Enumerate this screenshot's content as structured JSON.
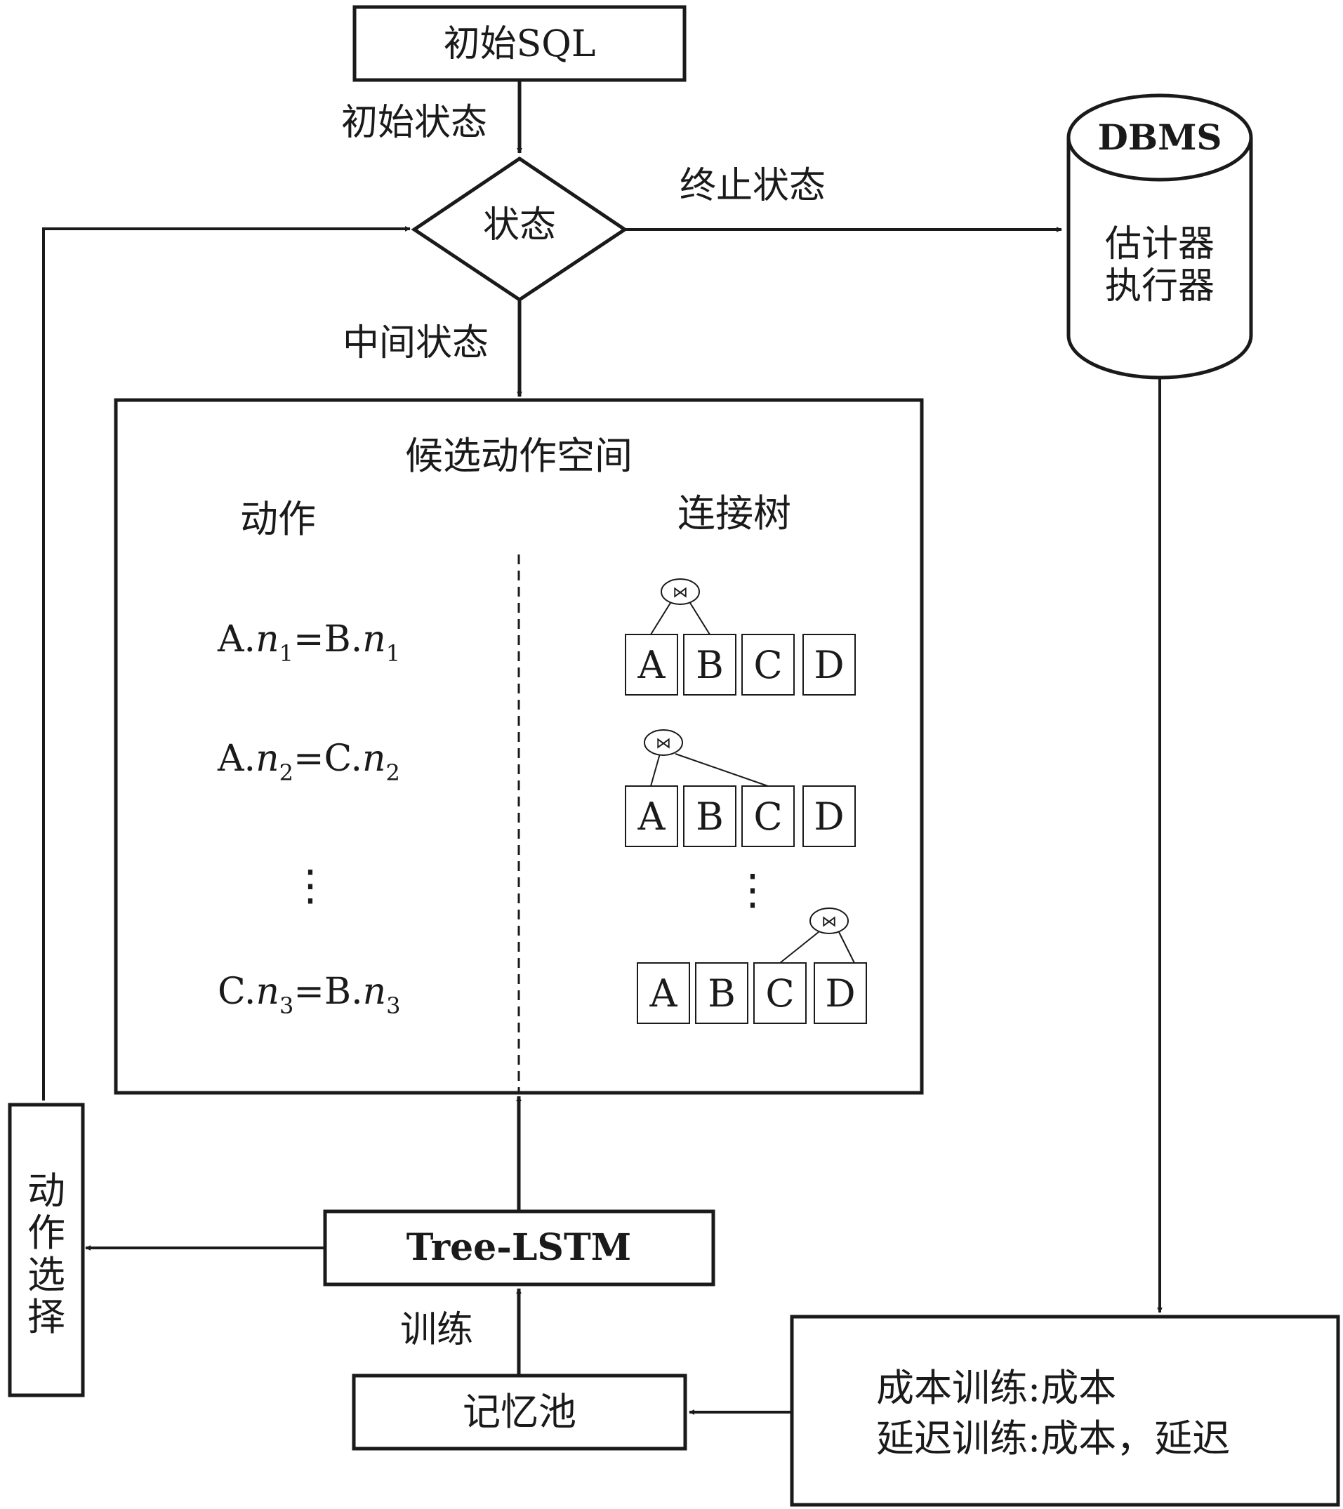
{
  "top": {
    "initial_sql": "初始SQL",
    "initial_state_label": "初始状态"
  },
  "state": {
    "label": "状态",
    "terminal_label": "终止状态",
    "intermediate_label": "中间状态"
  },
  "dbms": {
    "title": "DBMS",
    "line1": "估计器",
    "line2": "执行器"
  },
  "candidate": {
    "title": "候选动作空间",
    "actions_header": "动作",
    "trees_header": "连接树",
    "actions": [
      {
        "l": "A.",
        "v1": "n",
        "s1": "1",
        "eq": "=B.",
        "v2": "n",
        "s2": "1"
      },
      {
        "l": "A.",
        "v1": "n",
        "s1": "2",
        "eq": "=C.",
        "v2": "n",
        "s2": "2"
      },
      {
        "l": "C.",
        "v1": "n",
        "s1": "3",
        "eq": "=B.",
        "v2": "n",
        "s2": "3"
      }
    ],
    "vdots": "⋮",
    "join_symbol": "⋈",
    "tree_leaves": [
      "A",
      "B",
      "C",
      "D"
    ]
  },
  "bottom": {
    "action_select": [
      "动",
      "作",
      "选",
      "择"
    ],
    "tree_lstm": "Tree-LSTM",
    "train_label": "训练",
    "memory_pool": "记忆池",
    "training_line1": "成本训练:成本",
    "training_line2": "延迟训练:成本，延迟"
  }
}
